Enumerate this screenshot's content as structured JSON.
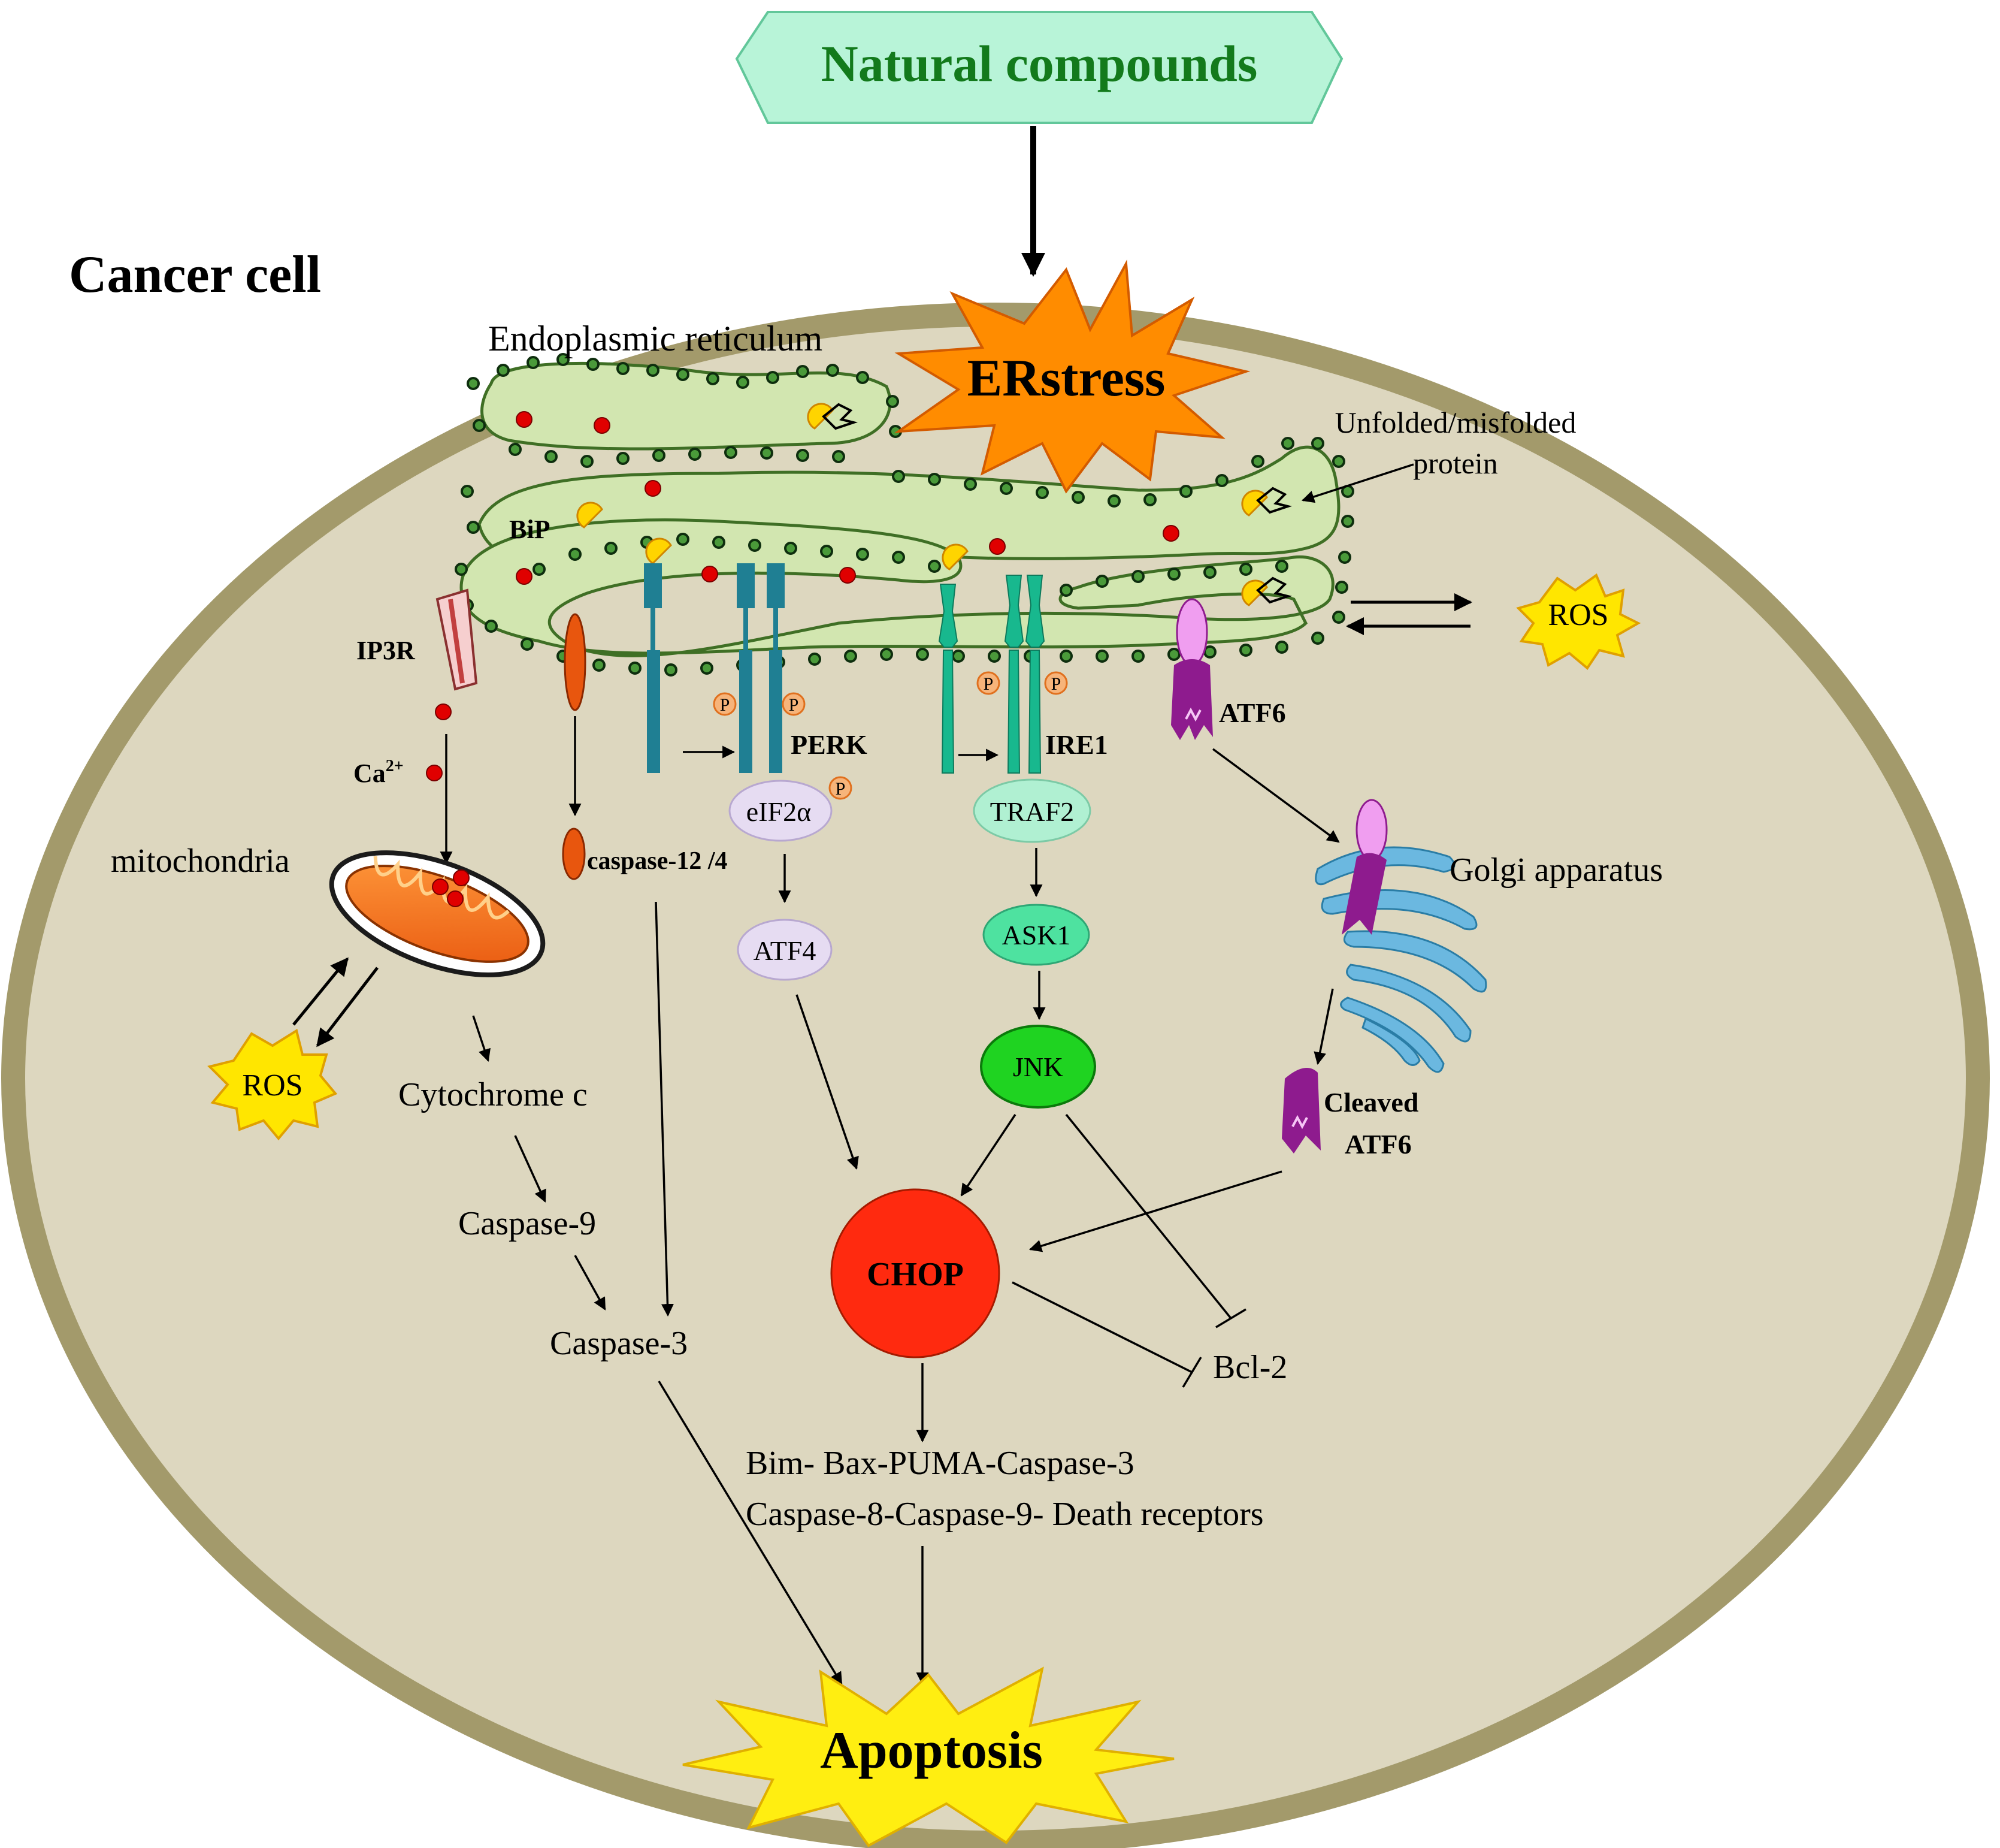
{
  "title": "Natural compounds",
  "cell_label": "Cancer cell",
  "er_stress": "ERstress",
  "organelles": {
    "er": "Endoplasmic reticulum",
    "mitochondria": "mitochondria",
    "golgi": "Golgi apparatus"
  },
  "labels": {
    "unfolded": "Unfolded/misfolded",
    "unfolded2": "protein",
    "bip": "BiP",
    "ip3r": "IP3R",
    "ca": "Ca",
    "ca_sup": "2+",
    "ros_right": "ROS",
    "ros_left": "ROS",
    "perk": "PERK",
    "ire1": "IRE1",
    "atf6": "ATF6",
    "caspase12": "caspase-12 /4",
    "eif2a": "eIF2α",
    "atf4": "ATF4",
    "traf2": "TRAF2",
    "ask1": "ASK1",
    "jnk": "JNK",
    "cytochrome": "Cytochrome c",
    "caspase9": "Caspase-9",
    "caspase3": "Caspase-3",
    "chop": "CHOP",
    "bcl2": "Bcl-2",
    "cleaved1": "Cleaved",
    "cleaved2": "ATF6",
    "p": "P",
    "targets1": "Bim- Bax-PUMA-Caspase-3",
    "targets2": "Caspase-8-Caspase-9- Death receptors",
    "apoptosis": "Apoptosis"
  },
  "colors": {
    "cell_fill": "#ddd7bf",
    "cell_border": "#a39a6b",
    "er_fill": "#d2e6b0",
    "er_border": "#3f6f25",
    "title_box": "#b8f4d8",
    "title_text": "#137a1c",
    "star_orange": "#ff8c00",
    "ros_yellow": "#ffe600",
    "chop_red": "#ff2a0f",
    "jnk_green": "#1fd321",
    "ask1_green": "#4ee2a0",
    "traf2_green": "#b0f0d2",
    "eif2a_lavender": "#e6dcf2",
    "perk_teal": "#1f7f93",
    "ire1_green": "#18b88e",
    "atf6_purple": "#8e1b8e",
    "atf6_pink": "#f09ef0",
    "golgi_blue": "#6bb8e0",
    "caspase12_orange": "#e8560e"
  }
}
